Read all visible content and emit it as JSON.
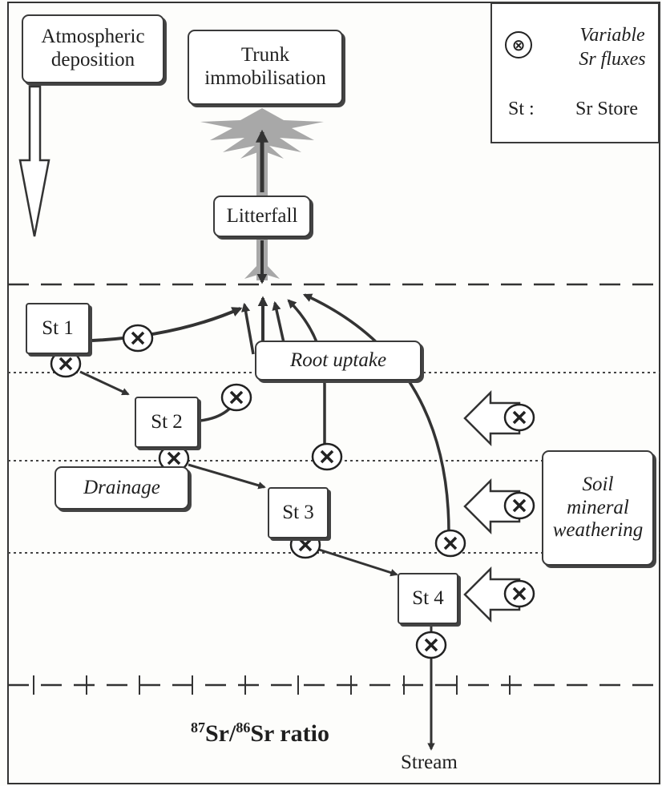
{
  "boxes": {
    "atmospheric_deposition": "Atmospheric\ndeposition",
    "trunk_immobilisation": "Trunk\nimmobilisation",
    "litterfall": "Litterfall",
    "root_uptake": "Root uptake",
    "drainage": "Drainage",
    "soil_mineral_weathering": "Soil\nmineral\nweathering"
  },
  "stores": {
    "st1": "St 1",
    "st2": "St 2",
    "st3": "St 3",
    "st4": "St 4"
  },
  "legend": {
    "variable_fluxes": "Variable\nSr fluxes",
    "st_key": "St :",
    "sr_store": "Sr Store"
  },
  "axis": {
    "isotope_a": "87",
    "element_a": "Sr/",
    "isotope_b": "86",
    "element_b": "Sr ratio"
  },
  "stream_label": "Stream",
  "flux_symbol": "⊗",
  "colors": {
    "line": "#333333",
    "tree_gray": "#9a9a9a",
    "box_border": "#3a3a3a"
  }
}
